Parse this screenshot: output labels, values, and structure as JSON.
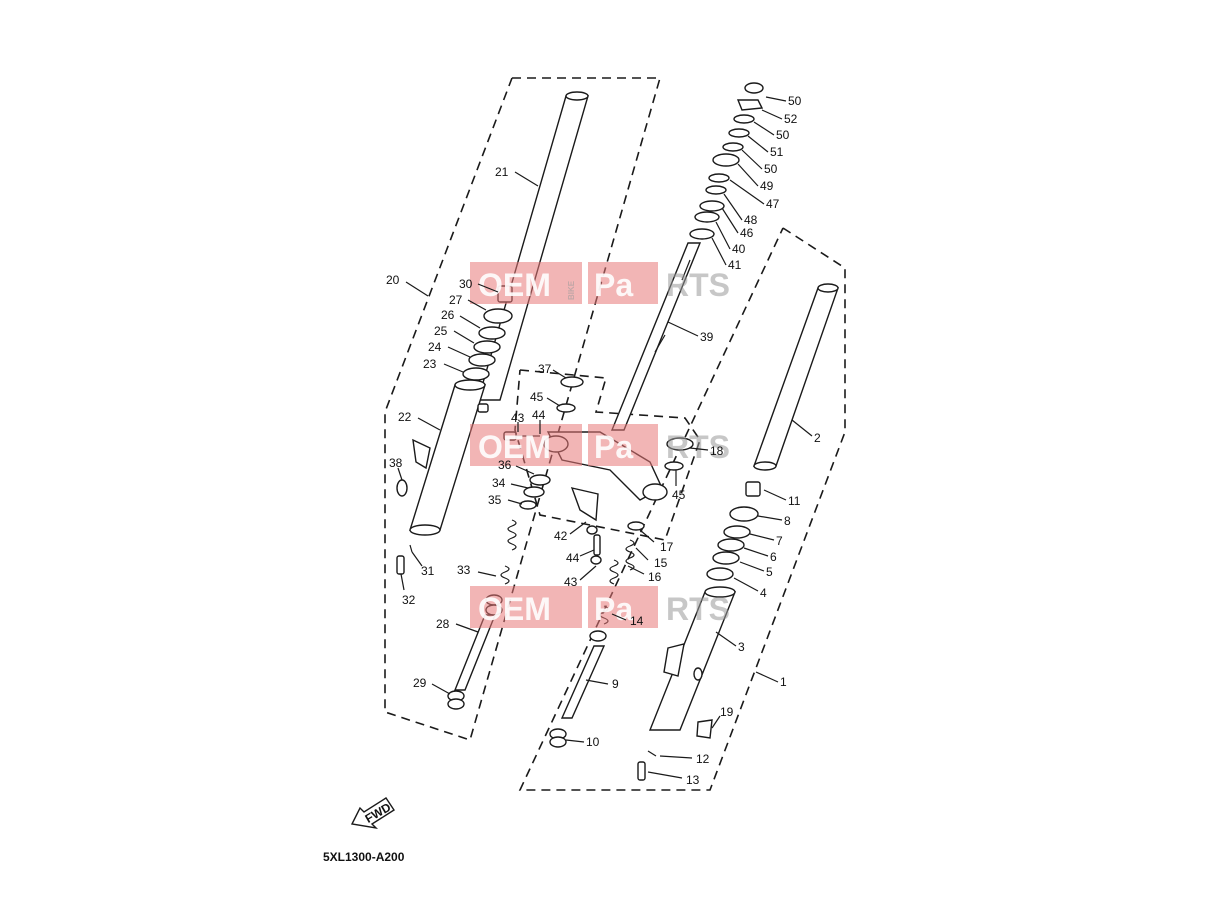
{
  "diagram": {
    "code": "5XL1300-A200",
    "fwd_label": "FWD",
    "watermark": {
      "left": "OEM",
      "middle": "BIKE",
      "right_red": "Pa",
      "right_grey": "RTS"
    }
  },
  "labels": {
    "l1": "1",
    "l2": "2",
    "l3": "3",
    "l4": "4",
    "l5": "5",
    "l6": "6",
    "l7": "7",
    "l8": "8",
    "l9": "9",
    "l10": "10",
    "l11": "11",
    "l12": "12",
    "l13": "13",
    "l14": "14",
    "l15": "15",
    "l16": "16",
    "l17": "17",
    "l18": "18",
    "l19": "19",
    "l20": "20",
    "l21": "21",
    "l22": "22",
    "l23": "23",
    "l24": "24",
    "l25": "25",
    "l26": "26",
    "l27": "27",
    "l28": "28",
    "l29": "29",
    "l30": "30",
    "l31": "31",
    "l32": "32",
    "l33": "33",
    "l34": "34",
    "l35": "35",
    "l36": "36",
    "l37": "37",
    "l38": "38",
    "l39": "39",
    "l40": "40",
    "l41": "41",
    "l42": "42",
    "l43": "43",
    "l44": "44",
    "l45": "45",
    "l46": "46",
    "l47": "47",
    "l48": "48",
    "l49": "49",
    "l50": "50",
    "l51": "51",
    "l52": "52"
  }
}
